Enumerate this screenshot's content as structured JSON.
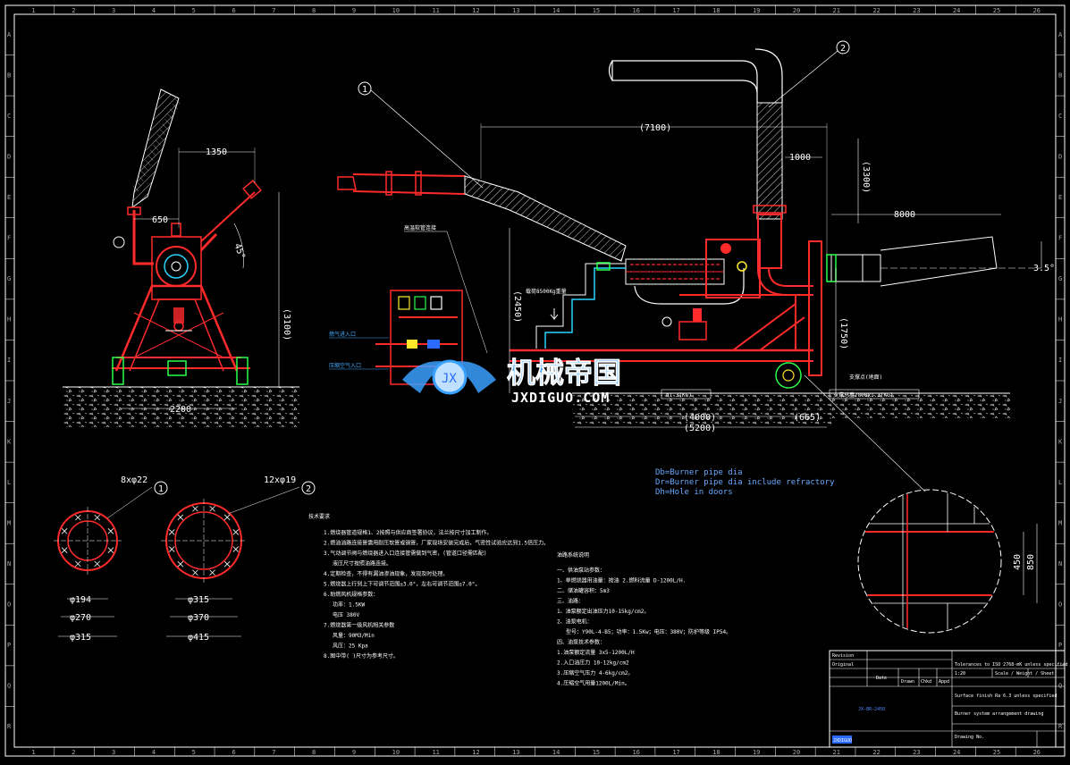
{
  "watermark": {
    "title": "机械帝国",
    "subtitle": "JXDIGUO.COM"
  },
  "ruler": {
    "columns": [
      "1",
      "2",
      "3",
      "4",
      "5",
      "6",
      "7",
      "8",
      "9",
      "10",
      "11",
      "12",
      "13",
      "14",
      "15",
      "16",
      "17",
      "18",
      "19",
      "20",
      "21",
      "22",
      "23",
      "24",
      "25",
      "26"
    ],
    "rows": [
      "A",
      "B",
      "C",
      "D",
      "E",
      "F",
      "G",
      "H",
      "I",
      "J",
      "K",
      "L",
      "M",
      "N",
      "O",
      "P",
      "Q",
      "R"
    ]
  },
  "callouts": {
    "one": "1",
    "two": "2"
  },
  "dimensions": {
    "d7100": "(7100)",
    "d1000": "1000",
    "d3300": "(3300)",
    "d8000": "8000",
    "d3_5": "3.5°",
    "d1350": "1350",
    "d650": "650",
    "d45": "45°",
    "d3100": "(3100)",
    "d2200": "2200",
    "d2450": "(2450)",
    "d1750": "(1750)",
    "d4000": "(4000)",
    "d5200": "(5200)",
    "d665": "(665)",
    "d450": "450",
    "d850": "850"
  },
  "flanges": {
    "left_holes": "8xφ22",
    "right_holes": "12xφ19",
    "left_d1": "φ194",
    "left_d2": "φ270",
    "left_d3": "φ315",
    "right_d1": "φ315",
    "right_d2": "φ370",
    "right_d3": "φ415"
  },
  "labels": {
    "weight_mid": "n1.3(KG)",
    "weight_right": "支撑总重7800x1.3(KG)",
    "floor_right": "支撑点(地面)",
    "load_label": "载荷8500Kg重量",
    "gas_inlet": "燃气进入口",
    "air_inlet": "压缩空气入口",
    "hose_label": "高温软管连接"
  },
  "legend": {
    "db": "Db=Burner pipe dia",
    "dr": "Dr=Burner pipe dia include refractory",
    "dh": "Dh=Hole in doors"
  },
  "notes_left": {
    "title": "技术要求",
    "lines": [
      "1.燃烧器管道规格1、2按照与供应商签署协议，法兰按尺寸加工制作。",
      "2.燃油油路连接管需用耐压软管或钢管，厂家现场安装完成后，气密性试验应达到1.5倍压力。",
      "3.气动调节阀与燃烧器进入口连接管需做到气密，(管道口径需匹配)",
      "液压尺寸按照油路连接。",
      "4.定期检查，不得有漏油渗油现象，发现及时处理。",
      "5.燃烧器上行到上下可调节范围±3.0°，左右可调节范围±7.0°。",
      "6.助燃风机规格参数：",
      "功率：1.5KW",
      "电压 380V",
      "7.燃烧器第一级风机相关参数",
      "风量：90M3/Min",
      "风压：25 Kpa",
      "8.图中带(  )尺寸为参考尺寸。"
    ]
  },
  "notes_right": {
    "title": "油路系统说明",
    "lines": [
      "一、供油泵站参数：",
      "1、单燃烧器用油量：按油 2.燃料流量 D-1200L/H.",
      "二、储油罐容积：5m3",
      "三、油路：",
      "1、油泵额定出油压力10-15kg/cm2。",
      "2、油泵电机：",
      "型号：Y90L-4-B5；功率：1.5Kw；电压：380V；防护等级 IP54。",
      "四、油泵技术参数：",
      "1.油泵额定流量 3x5-1200L/H",
      "2.入口油压力 10-12kg/cm2",
      "3.压缩空气压力 4-6kg/cm2。",
      "4.压缩空气用量1200L/Min。"
    ]
  },
  "title_block": {
    "revision": "Revision",
    "original": "Original",
    "drawn": "Drawn",
    "checked": "Chkd",
    "approved": "Appd",
    "date": "Date",
    "note1": "Tolerances to ISO 2768-mK unless specified",
    "note2": "Surface finish Ra 6.3 unless specified",
    "note3": "Scale / Weight / Sheet",
    "scale": "1:20",
    "project": "Burner system arrangement drawing",
    "drawing_no": "JX-BR-2450",
    "company": "JXDIGUO",
    "footer": "Drawing No."
  },
  "colors": {
    "frame": "#ffffff",
    "red": "#ff2a2a",
    "cyan": "#2ad4ff",
    "green": "#2aff4a",
    "yellow": "#ffe82a",
    "blue": "#4a7aff",
    "watermark": "#3aa0ff"
  }
}
